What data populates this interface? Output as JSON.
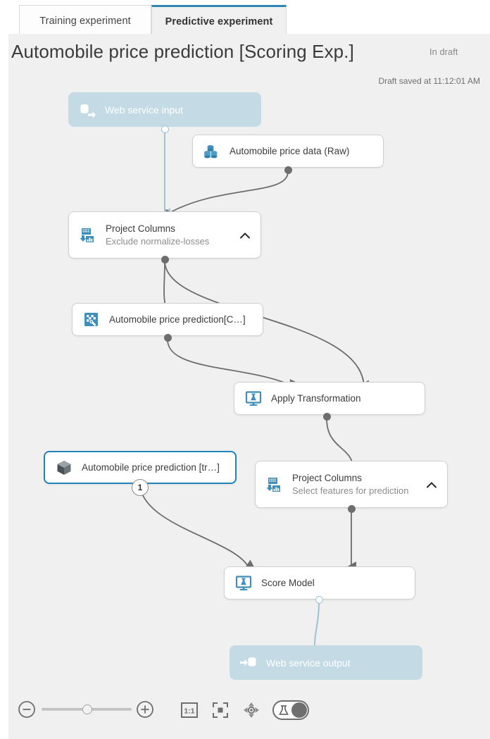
{
  "tabs": [
    {
      "label": "Training experiment",
      "active": false,
      "name": "tab-training-experiment"
    },
    {
      "label": "Predictive experiment",
      "active": true,
      "name": "tab-predictive-experiment"
    }
  ],
  "header": {
    "title": "Automobile price prediction [Scoring Exp.]",
    "status": "In draft",
    "saved_at": "Draft saved at 11:12:01 AM"
  },
  "colors": {
    "accent": "#2e86b5",
    "canvas_bg": "#f0f0f0",
    "node_bg": "#ffffff",
    "webservice_bg": "#c4dbe6",
    "edge": "#6d6d6d",
    "edge_blue": "#9cc3d6",
    "selected_border": "#2383b8"
  },
  "nodes": [
    {
      "id": "web-service-input",
      "title": "Web service input",
      "subtitle": "",
      "icon": "web-service-input-icon",
      "kind": "webservice"
    },
    {
      "id": "automobile-price-data-raw",
      "title": "Automobile price data (Raw)",
      "subtitle": "",
      "icon": "dataset-icon",
      "kind": "module"
    },
    {
      "id": "project-columns-exclude",
      "title": "Project Columns",
      "subtitle": "Exclude normalize-losses",
      "icon": "project-columns-icon",
      "kind": "module"
    },
    {
      "id": "automobile-price-prediction-c",
      "title": "Automobile price prediction[C…]",
      "subtitle": "",
      "icon": "transform-icon",
      "kind": "module"
    },
    {
      "id": "apply-transformation",
      "title": "Apply Transformation",
      "subtitle": "",
      "icon": "model-icon",
      "kind": "module"
    },
    {
      "id": "automobile-price-prediction-tr",
      "title": "Automobile price prediction [tr…]",
      "subtitle": "",
      "icon": "trained-model-icon",
      "kind": "module-selected"
    },
    {
      "id": "project-columns-select",
      "title": "Project Columns",
      "subtitle": "Select features for prediction",
      "icon": "project-columns-icon",
      "kind": "module"
    },
    {
      "id": "score-model",
      "title": "Score Model",
      "subtitle": "",
      "icon": "model-icon",
      "kind": "module"
    },
    {
      "id": "web-service-output",
      "title": "Web service output",
      "subtitle": "",
      "icon": "web-service-output-icon",
      "kind": "webservice"
    }
  ],
  "port_badge": {
    "label": "1"
  },
  "toolbar": {
    "zoom_out_label": "−",
    "zoom_in_label": "+",
    "zoom_level_label": "1:1",
    "fit_label": "fit-to-screen",
    "pan_label": "pan",
    "toggle_label": "experiment-toggle"
  }
}
